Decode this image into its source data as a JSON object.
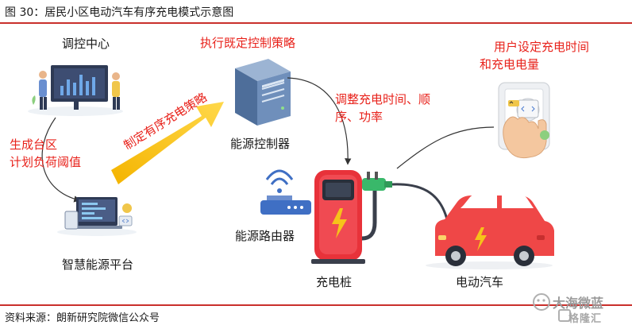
{
  "title": "图 30：居民小区电动汽车有序充电模式示意图",
  "labels": {
    "dispatch_center": "调控中心",
    "generate_area_line1": "生成台区",
    "generate_area_line2": "计划负荷阈值",
    "smart_platform": "智慧能源平台",
    "arrow_text": "制定有序充电策略",
    "execute_strategy": "执行既定控制策略",
    "energy_controller": "能源控制器",
    "adjust_line1": "调整充电时间、顺",
    "adjust_line2": "序、功率",
    "user_set_line1": "用户设定充电时间",
    "user_set_line2": "和充电电量",
    "energy_router": "能源路由器",
    "charging_pile": "充电桩",
    "electric_car": "电动汽车"
  },
  "source": "资料来源：朗新研究院微信公众号",
  "watermark": {
    "text": "大海微蓝",
    "sub": "格隆汇"
  },
  "colors": {
    "title_rule": "#c9302c",
    "red_text": "#e8221b",
    "arrow_yellow": "#f6c21a",
    "pile_red": "#e8323a",
    "car_red": "#ef4747",
    "router_blue": "#3f6fc4",
    "controller_blue": "#5b7ea8"
  }
}
